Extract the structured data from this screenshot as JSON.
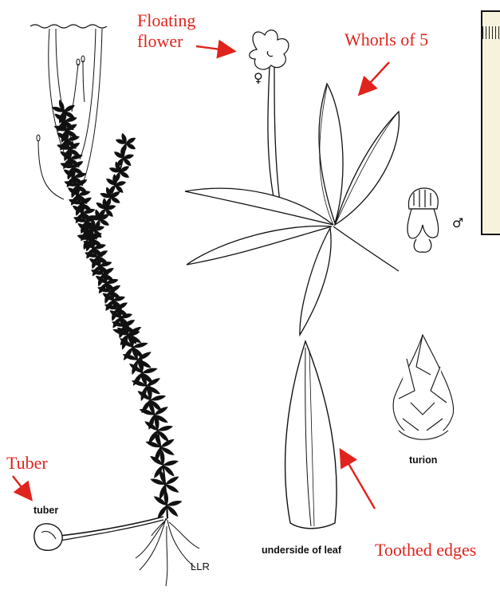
{
  "annotations": {
    "floating_flower": [
      "Floating",
      "flower"
    ],
    "whorls": "Whorls of 5",
    "tuber": "Tuber",
    "toothed": "Toothed edges"
  },
  "drawing_labels": {
    "tuber": "tuber",
    "underside": "underside of leaf",
    "turion": "turion",
    "female": "♀",
    "male": "♂",
    "signature": "LLR"
  },
  "colors": {
    "annotation": "#e0231c",
    "ink": "#111111"
  }
}
